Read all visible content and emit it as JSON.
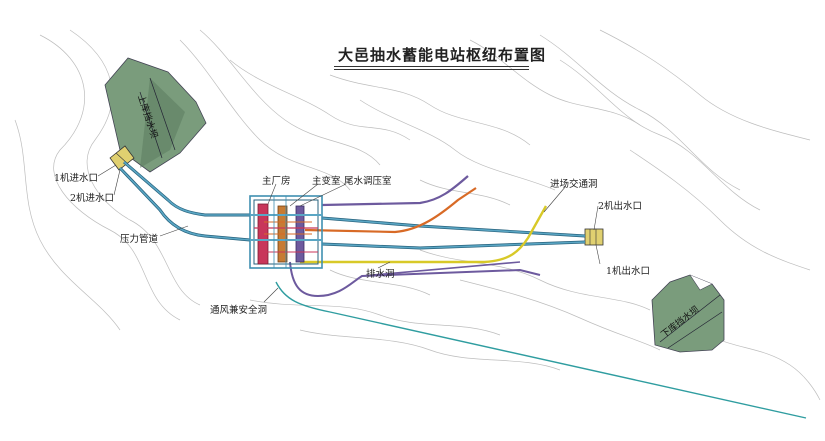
{
  "title": "大邑抽水蓄能电站枢纽布置图",
  "labels": {
    "upper_reservoir": "上库挡水坝",
    "lower_reservoir": "下库挡水坝",
    "intake_1": "1机进水口",
    "intake_2": "2机进水口",
    "penstock": "压力管道",
    "powerhouse": "主厂房",
    "transformer": "主变室",
    "surge_chamber": "尾水调压室",
    "access_tunnel": "进场交通洞",
    "outlet_2": "2机出水口",
    "outlet_1": "1机出水口",
    "drainage_tunnel": "排水洞",
    "ventilation_tunnel": "通风兼安全洞"
  },
  "colors": {
    "waterway": "#3f8fb1",
    "waterway_dark": "#26617c",
    "powerhouse": "#c8365a",
    "transformer": "#c77b33",
    "surge": "#5b4f9a",
    "access": "#d8c928",
    "orange_tunnel": "#d86a26",
    "purple_tunnel": "#6d5a9e",
    "ventilation": "#2f9da0",
    "dam": "#6a8a6e",
    "contour": "#b8b8b8"
  }
}
